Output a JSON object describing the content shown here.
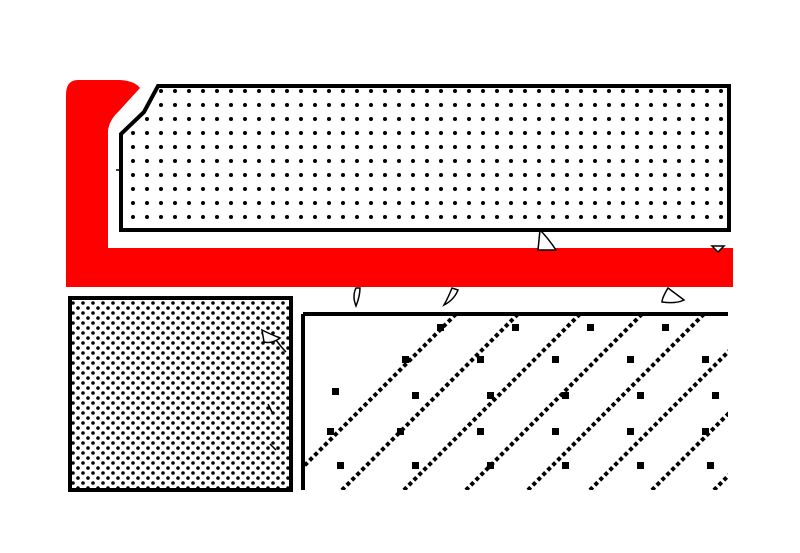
{
  "diagram": {
    "type": "construction-cross-section",
    "colors": {
      "background": "#ffffff",
      "profile": "#ff0000",
      "outline": "#000000",
      "pattern": "#000000"
    },
    "components": [
      {
        "id": "upper-tile",
        "fill": "dot-pattern"
      },
      {
        "id": "edge-profile",
        "fill": "solid-red"
      },
      {
        "id": "wall-tile",
        "fill": "dense-dot-pattern"
      },
      {
        "id": "substrate",
        "fill": "diagonal-hatch-with-squares"
      },
      {
        "id": "adhesive",
        "fill": "outline-only"
      }
    ]
  }
}
